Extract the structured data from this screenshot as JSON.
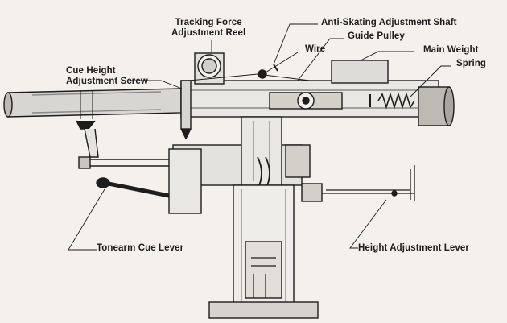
{
  "labels": {
    "tracking_force": [
      "Tracking Force",
      "Adjustment Reel"
    ],
    "anti_skating": "Anti-Skating Adjustment Shaft",
    "guide_pulley": "Guide Pulley",
    "wire": "Wire",
    "main_weight": "Main Weight",
    "spring": "Spring",
    "cue_height": [
      "Cue Height",
      "Adjustment Screw"
    ],
    "tonearm_cue_lever": "Tonearm Cue Lever",
    "height_adjustment_lever": "Height Adjustment Lever"
  },
  "colors": {
    "background": "#f4f1ec",
    "ink": "#1d1d1d",
    "shade": "#8a8a8a",
    "light": "#cfcfcf"
  }
}
